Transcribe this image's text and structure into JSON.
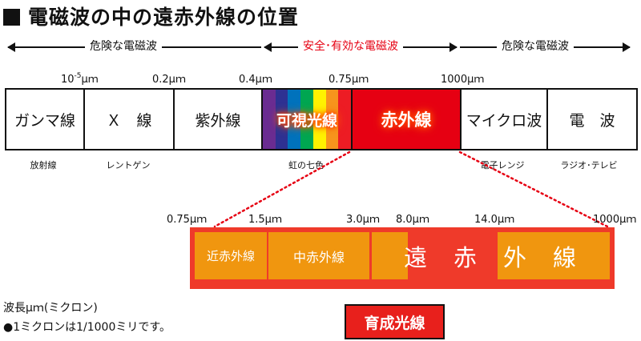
{
  "title": "電磁波の中の遠赤外線の位置",
  "ranges": [
    {
      "label": "危険な電磁波",
      "accent": false
    },
    {
      "label": "安全･有効な電磁波",
      "accent": true
    },
    {
      "label": "危険な電磁波",
      "accent": false
    }
  ],
  "wavelengths_top": [
    {
      "base": "10",
      "exp": "-5",
      "unit": "μｍ"
    },
    {
      "text": "0.2μｍ"
    },
    {
      "text": "0.4μｍ"
    },
    {
      "text": "0.75μｍ"
    },
    {
      "text": "1000μｍ"
    }
  ],
  "spectrum": [
    {
      "label": "ガンマ線",
      "sub": "放射線"
    },
    {
      "label": "Ｘ　線",
      "sub": "レントゲン"
    },
    {
      "label": "紫外線",
      "sub": ""
    },
    {
      "label": "可視光線",
      "sub": "虹の七色"
    },
    {
      "label": "赤外線",
      "sub": ""
    },
    {
      "label": "マイクロ波",
      "sub": "電子レンジ"
    },
    {
      "label": "電　波",
      "sub": "ラジオ･テレビ"
    }
  ],
  "visible_colors": [
    "#6a2c91",
    "#2e3192",
    "#0072bc",
    "#00a651",
    "#fff200",
    "#f7941d",
    "#ed1c24"
  ],
  "wavelengths_ir": [
    "0.75μｍ",
    "1.5μｍ",
    "3.0μｍ",
    "8.0μｍ",
    "14.0μｍ",
    "1000μｍ"
  ],
  "infrared_parts": [
    {
      "label": "近赤外線"
    },
    {
      "label": "中赤外線"
    },
    {
      "label": "遠　赤　外　線"
    }
  ],
  "growth_light": "育成光線",
  "notes": [
    "波長μｍ(ミクロン)",
    "●1ミクロンは1/1000ミリです。"
  ],
  "colors": {
    "red": "#e60012",
    "orange": "#f0960f",
    "ir_red": "#e8201c"
  }
}
